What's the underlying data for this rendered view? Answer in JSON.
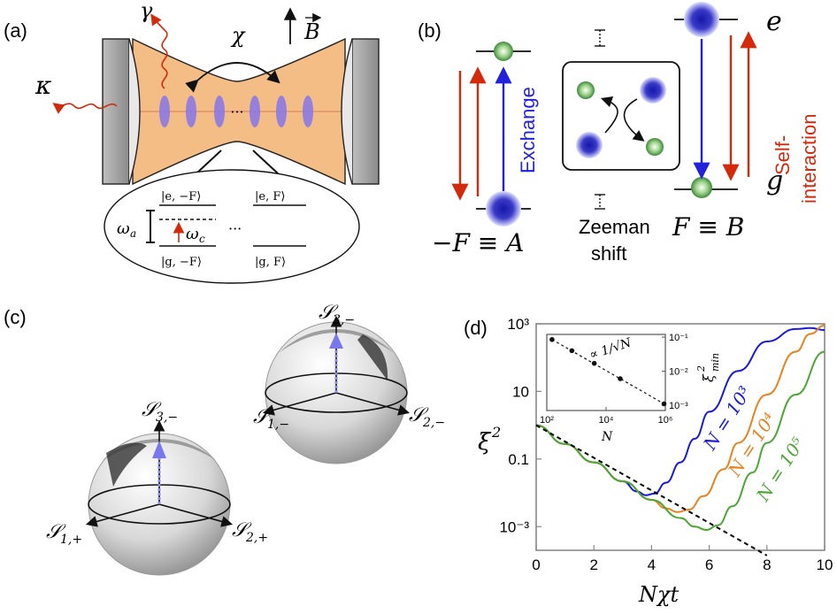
{
  "panels": {
    "a": {
      "label": "(a)",
      "gamma": "γ",
      "chi": "χ",
      "B": "B",
      "kappa": "κ",
      "dots": "···",
      "levels": {
        "e_minusF": "|e, −F⟩",
        "e_F": "|e, F⟩",
        "g_minusF": "|g, −F⟩",
        "g_F": "|g, F⟩",
        "omega_a": "ω",
        "omega_a_sub": "a",
        "omega_c": "ω",
        "omega_c_sub": "c",
        "dots": "···"
      }
    },
    "b": {
      "label": "(b)",
      "e": "e",
      "g": "g",
      "exchange": "Exchange",
      "self1": "Self-",
      "self2": "interaction",
      "zeeman1": "Zeeman",
      "zeeman2": "shift",
      "minusF": "−F ≡ A",
      "plusF": "F ≡ B"
    },
    "c": {
      "label": "(c)",
      "S3m": "𝒮",
      "S3m_sub": "3,−",
      "S1m": "𝒮",
      "S1m_sub": "1,−",
      "S2m": "𝒮",
      "S2m_sub": "2,−",
      "S3m_b": "𝒮",
      "S3m_b_sub": "3,−",
      "S1p": "𝒮",
      "S1p_sub": "1,+",
      "S2p": "𝒮",
      "S2p_sub": "2,+"
    },
    "d": {
      "label": "(d)",
      "ylabel": "ξ",
      "ylabel_sup": "2",
      "xlabel": "Nχt",
      "inset_ylabel": "ξ",
      "inset_ylabel_sup": "2",
      "inset_ylabel_sub": "min",
      "inset_xlabel": "N",
      "inset_annotation": "∝ 1/√N"
    }
  },
  "chart_data": {
    "type": "line",
    "xlabel": "Nχt",
    "ylabel": "ξ²",
    "xlim": [
      0,
      10
    ],
    "ylim": [
      0.0002,
      1000
    ],
    "yscale": "log",
    "x_ticks": [
      "0",
      "2",
      "4",
      "6",
      "8",
      "10"
    ],
    "y_ticks": [
      "10³",
      "10",
      "0.1",
      "10⁻³"
    ],
    "colors": {
      "N1e3": "#1a1ad6",
      "N1e4": "#e8821e",
      "N1e5": "#4aa832",
      "asymptote": "#000000"
    },
    "series": [
      {
        "name": "N = 10³",
        "x": [
          0,
          1,
          2,
          3,
          3.5,
          3.8,
          4.1,
          4.5,
          5,
          5.5,
          6,
          7,
          8,
          9,
          9.5,
          10
        ],
        "y": [
          1,
          0.28,
          0.08,
          0.022,
          0.011,
          0.0085,
          0.0095,
          0.02,
          0.08,
          0.4,
          2.5,
          40,
          300,
          700,
          750,
          650
        ]
      },
      {
        "name": "N = 10⁴",
        "x": [
          0,
          1,
          2,
          3,
          4,
          4.5,
          4.9,
          5.3,
          5.8,
          6.5,
          7,
          8,
          9,
          9.5,
          10
        ],
        "y": [
          1,
          0.28,
          0.08,
          0.022,
          0.0062,
          0.0035,
          0.0027,
          0.0032,
          0.008,
          0.05,
          0.3,
          8,
          150,
          500,
          900
        ]
      },
      {
        "name": "N = 10⁵",
        "x": [
          0,
          1,
          2,
          3,
          4,
          5,
          5.5,
          5.9,
          6.3,
          6.8,
          7.5,
          8,
          9,
          10
        ],
        "y": [
          1,
          0.28,
          0.08,
          0.022,
          0.0062,
          0.0018,
          0.001,
          0.0008,
          0.0011,
          0.004,
          0.04,
          0.3,
          8,
          150
        ]
      },
      {
        "name": "asymptote",
        "x": [
          0,
          8
        ],
        "y": [
          1,
          0.00014
        ]
      }
    ],
    "inset": {
      "xlabel": "N",
      "ylabel": "ξ²_min",
      "xscale": "log",
      "yscale": "log",
      "x_ticks": [
        "10²",
        "10⁴",
        "10⁶"
      ],
      "y_ticks": [
        "10⁻¹",
        "10⁻²",
        "10⁻³"
      ],
      "annotation": "∝ 1/√N",
      "points_x": [
        150,
        700,
        4000,
        30000,
        900000
      ],
      "points_y": [
        0.085,
        0.04,
        0.017,
        0.006,
        0.0011
      ]
    }
  }
}
